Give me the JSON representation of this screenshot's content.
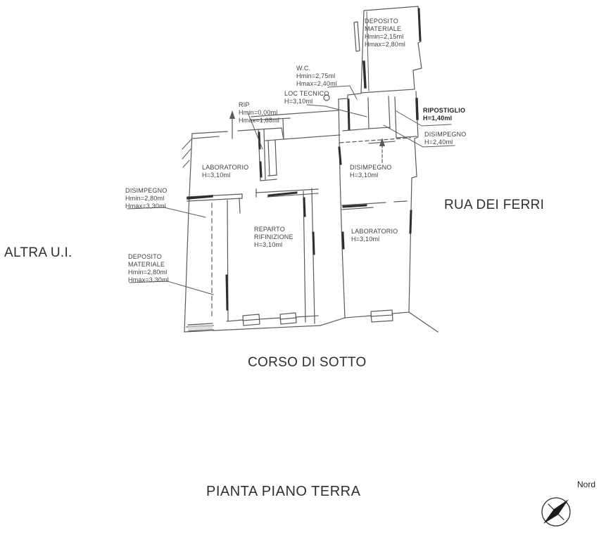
{
  "title": "PIANTA PIANO TERRA",
  "streets": {
    "left": "ALTRA U.I.",
    "right": "RUA DEI FERRI",
    "bottom": "CORSO DI SOTTO"
  },
  "compass_label": "Nord",
  "rooms": [
    {
      "name": "DEPOSITO MATERIALE",
      "h1": "Hmin=2,15ml",
      "h2": "Hmax=2,80ml"
    },
    {
      "name": "W.C.",
      "h1": "Hmin=2,75ml",
      "h2": "Hmax=2,40ml"
    },
    {
      "name": "LOC TECNICO",
      "h1": "H=3,10ml"
    },
    {
      "name": "RIP",
      "h1": "Hmin=0,00ml",
      "h2": "Hmax=1,68ml"
    },
    {
      "name": "RIPOSTIGLIO",
      "h1": "H=1,40ml"
    },
    {
      "name": "DISIMPEGNO",
      "h1": "H=2,40ml"
    },
    {
      "name": "LABORATORIO",
      "h1": "H=3,10ml"
    },
    {
      "name": "DISIMPEGNO",
      "h1": "Hmin=2,80ml",
      "h2": "Hmax=3,30ml"
    },
    {
      "name": "DISIMPEGNO",
      "h1": "H=3,10ml"
    },
    {
      "name": "REPARTO RIFINIZIONE",
      "h1": "H=3,10ml"
    },
    {
      "name": "LABORATORIO",
      "h1": "H=3,10ml"
    },
    {
      "name": "DEPOSITO MATERIALE",
      "h1": "Hmin=2,80ml",
      "h2": "Hmax=3,30ml"
    }
  ],
  "colors": {
    "line": "#5a5a5a",
    "dark_wall": "#2e2e2e",
    "text": "#3a3a3a",
    "background": "#ffffff"
  }
}
